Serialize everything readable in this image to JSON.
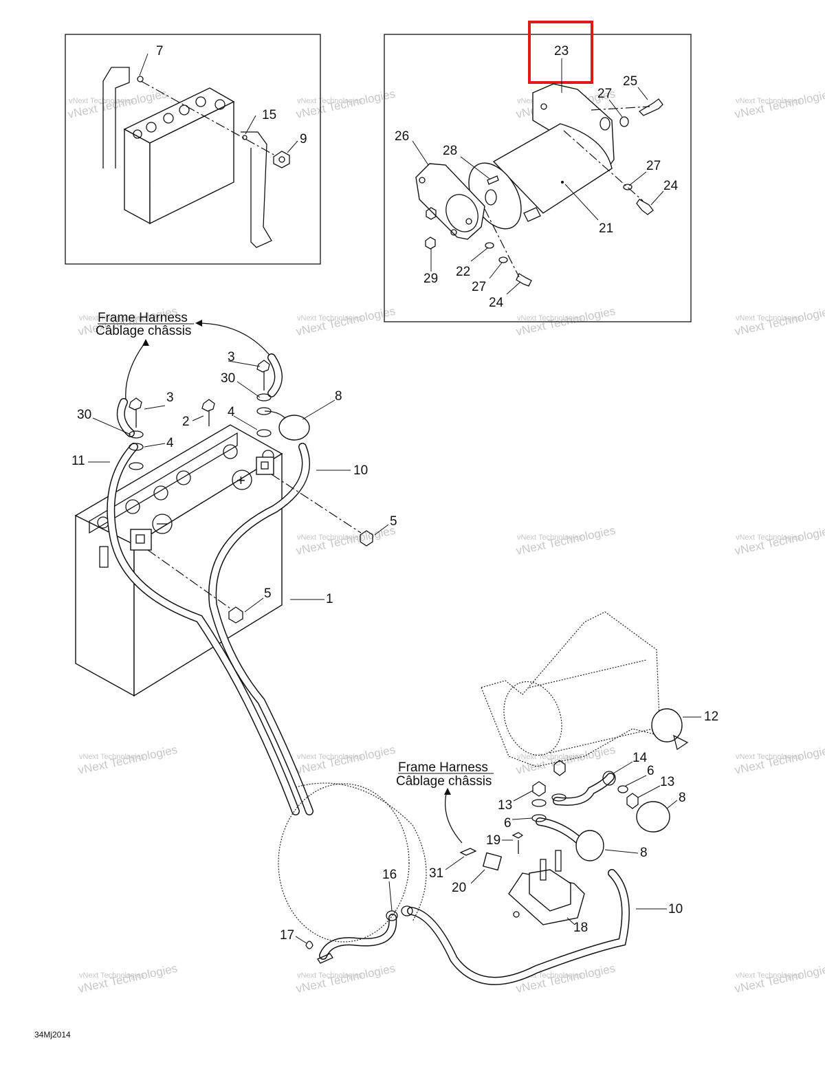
{
  "diagram": {
    "harness_top": {
      "line1": "Frame Harness",
      "line2": "Câblage châssis"
    },
    "harness_bottom": {
      "line1": "Frame Harness",
      "line2": "Câblage châssis"
    },
    "figure_code": "34Mj2014",
    "watermark": {
      "line1": "vNext Technologies",
      "line2": "vNext Technologies"
    },
    "highlight_color": "#e0191b",
    "highlighted_part": "23",
    "labels": {
      "p7": "7",
      "p15": "15",
      "p9": "9",
      "p23": "23",
      "p25": "25",
      "p27a": "27",
      "p26": "26",
      "p28": "28",
      "p27b": "27",
      "p24a": "24",
      "p21": "21",
      "p22": "22",
      "p29": "29",
      "p27c": "27",
      "p24b": "24",
      "p3a": "3",
      "p30a": "30",
      "p8a": "8",
      "p3b": "3",
      "p30b": "30",
      "p2": "2",
      "p4a": "4",
      "p4b": "4",
      "p11": "11",
      "p10a": "10",
      "p5a": "5",
      "p5b": "5",
      "p1": "1",
      "p12": "12",
      "p14": "14",
      "p6a": "6",
      "p13a": "13",
      "p8b": "8",
      "p13b": "13",
      "p6b": "6",
      "p19": "19",
      "p8c": "8",
      "p16": "16",
      "p31": "31",
      "p20": "20",
      "p10b": "10",
      "p18": "18",
      "p17": "17"
    }
  }
}
